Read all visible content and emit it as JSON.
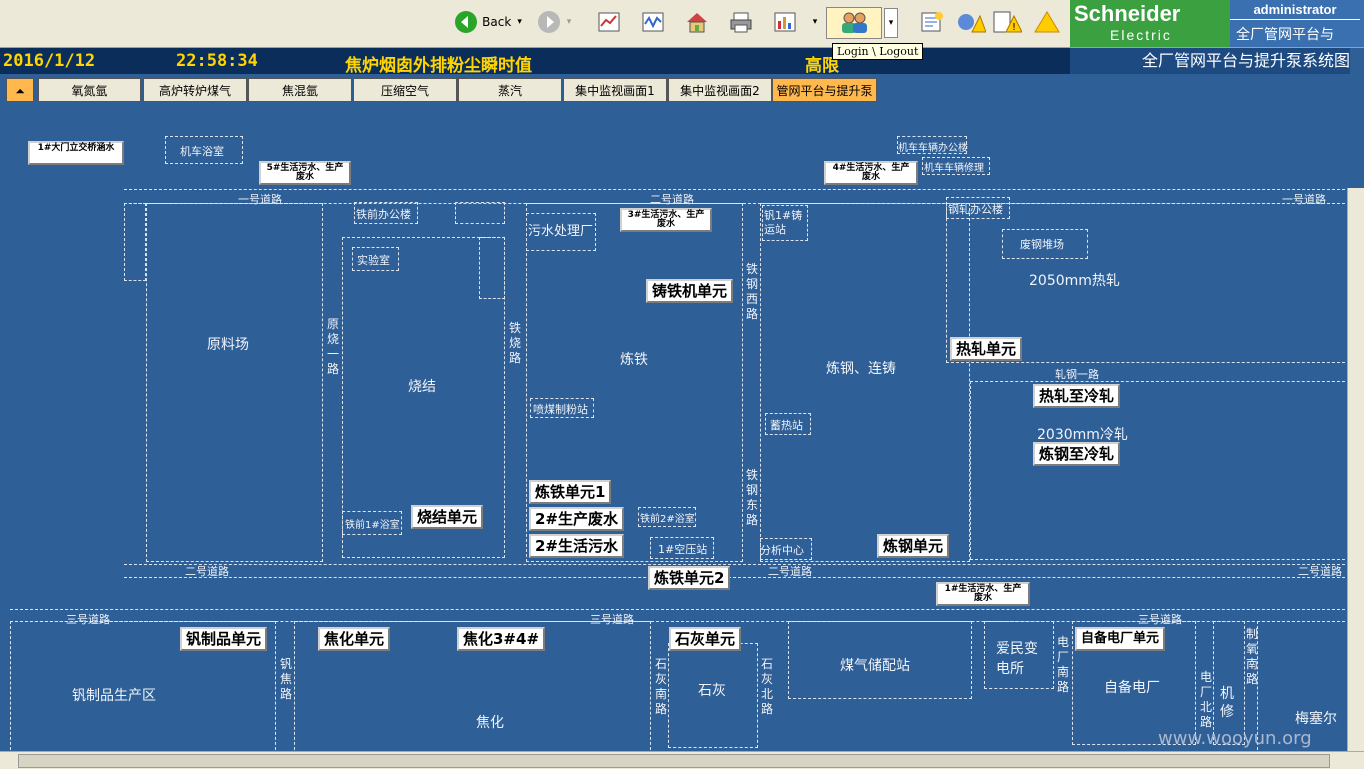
{
  "toolbar": {
    "back_label": "Back",
    "user": "administrator",
    "user_sub": "全厂管网平台与",
    "tooltip": "Login \\ Logout",
    "brand_top": "Schneider",
    "brand_bottom": "Electric"
  },
  "header": {
    "date": "2016/1/12",
    "time": "22:58:34",
    "alarm": "焦炉烟囱外排粉尘瞬时值",
    "level": "高限",
    "page_title": "全厂管网平台与提升泵系统图"
  },
  "nav": {
    "items": [
      "氧氮氩",
      "高炉转炉煤气",
      "焦混氩",
      "压缩空气",
      "蒸汽",
      "集中监视画面1",
      "集中监视画面2",
      "管网平台与提升泵"
    ]
  },
  "map": {
    "zones": {
      "yuanliao": "原料场",
      "shaojie": "烧结",
      "lianjie": "炼铁",
      "liangang": "炼钢、连铸",
      "rezha": "2050mm热轧",
      "lengzha": "2030mm冷轧",
      "fan": "钒制品生产区",
      "jiaohua": "焦化",
      "shihui": "石灰",
      "meiqi": "煤气储配站",
      "aimin": "爱民变电所",
      "zibei": "自备电厂",
      "jixiu": "机修",
      "meisaier": "梅塞尔",
      "jiche": "机车浴室",
      "tieqian": "铁前办公楼",
      "shiyan": "实验室",
      "wushui": "污水处理厂",
      "penmei": "喷煤制粉站",
      "tieqian1": "铁前1#浴室",
      "tieqian2": "铁前2#浴室",
      "kongya1": "1#空压站",
      "fan1": "钒1#铸运站",
      "xure": "蓄热站",
      "fenxi": "分析中心",
      "gangzha": "钢轧办公楼",
      "feigang": "废钢堆场",
      "jiche_ban": "机车车辆办公楼",
      "jiche_xiu": "机车车辆修理"
    },
    "roads": {
      "r2_top_left": "一号道路",
      "r2_top_mid": "二号道路",
      "r2_top_right": "一号道路",
      "r2_bot_left": "二号道路",
      "r2_bot_mid": "二号道路",
      "r2_bot_right": "二号道路",
      "r3_left": "三号道路",
      "r3_mid": "三号道路",
      "r3_right": "三号道路",
      "zha1": "轧钢一路",
      "yuanshao": "原烧一路",
      "tieshao": "铁烧路",
      "tiegangxi": "铁钢西路",
      "tiegangdong": "铁钢东路",
      "fanjiao": "钒焦路",
      "shihuinan": "石灰南路",
      "shihuibei": "石灰北路",
      "dianchangnan": "电厂南路",
      "dianchangbei": "电厂北路",
      "zhiyangnan": "制氧南路"
    },
    "buttons": {
      "door1": "1#大门立交桥涵水",
      "life5": "5#生活污水、生产废水",
      "life4": "4#生活污水、生产废水",
      "life3": "3#生活污水、生产废水",
      "life1": "1#生活污水、生产废水",
      "zhutie": "铸铁机单元",
      "rezha": "热轧单元",
      "rezhi_leng": "热轧至冷轧",
      "liangang_leng": "炼钢至冷轧",
      "lianjie1": "炼铁单元1",
      "shengchan2": "2#生产废水",
      "shenghuo2": "2#生活污水",
      "shaojie": "烧结单元",
      "liangang": "炼钢单元",
      "lianjie2": "炼铁单元2",
      "fan": "钒制品单元",
      "jiaohua": "焦化单元",
      "jiaohua34": "焦化3#4#",
      "shihui": "石灰单元",
      "zibei": "自备电厂单元"
    }
  },
  "watermark": "www.wooyun.org",
  "colors": {
    "background": "#2f5f97",
    "title_bg": "#0a2d5a",
    "title_text": "#ffd400",
    "nav_active": "#ffb84d",
    "brand": "#3aa040"
  }
}
